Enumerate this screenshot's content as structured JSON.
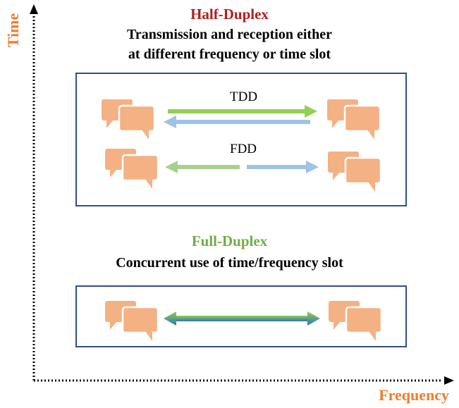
{
  "axes": {
    "y_label": "Time",
    "x_label": "Frequency"
  },
  "half_duplex": {
    "title": "Half-Duplex",
    "subtitle_line1": "Transmission and reception either",
    "subtitle_line2": "at different frequency or time slot",
    "tdd_label": "TDD",
    "fdd_label": "FDD"
  },
  "full_duplex": {
    "title": "Full-Duplex",
    "subtitle": "Concurrent use of time/frequency slot"
  },
  "colors": {
    "axis_label": "#ef7d2b",
    "half_duplex_title": "#b01f1f",
    "full_duplex_title": "#70ad47",
    "box_border": "#2f4f8f",
    "bubble": "#f4b183",
    "arrow_green": "#92d050",
    "arrow_blue": "#9dc3e6",
    "arrow_dark_blue": "#2e75b6"
  },
  "icons": {
    "bubble": "chat-bubbles-icon"
  }
}
